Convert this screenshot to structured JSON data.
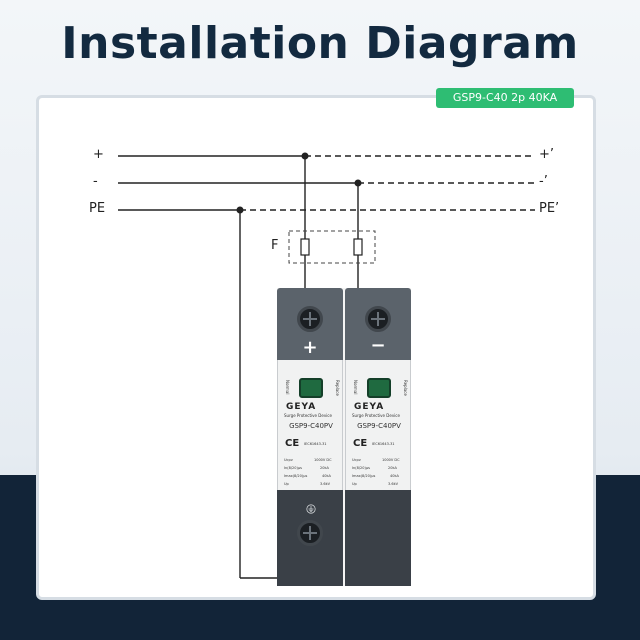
{
  "title": "Installation Diagram",
  "badge": "GSP9-C40 2p 40KA",
  "lines": {
    "plus_in": "+",
    "minus_in": "-",
    "pe_in": "PE",
    "plus_out": "+’",
    "minus_out": "-’",
    "pe_out": "PE’",
    "fuse": "F"
  },
  "device": {
    "left_module": {
      "polarity": "+",
      "side_label_left": "Normal",
      "side_label_right": "Replace",
      "brand": "GEYA",
      "subtitle": "Surge Protective Device",
      "model": "GSP9-C40PV",
      "standard": "IEC61643-31",
      "specs": [
        "Ucpv",
        "1000V DC",
        "In(8/20)μs",
        "20kA",
        "Imax(8/20)μs",
        "40kA",
        "Up",
        "3.6kV"
      ]
    },
    "right_module": {
      "polarity": "−",
      "side_label_left": "Normal",
      "side_label_right": "Replace",
      "brand": "GEYA",
      "subtitle": "Surge Protective Device",
      "model": "GSP9-C40PV",
      "standard": "IEC61643-31",
      "specs": [
        "Ucpv",
        "1000V DC",
        "In(8/20)μs",
        "20kA",
        "Imax(8/20)μs",
        "40kA",
        "Up",
        "3.6kV"
      ]
    },
    "ground_symbol": "earth-terminal"
  },
  "colors": {
    "title": "#132a40",
    "badge_bg": "#2ebd73",
    "band": "#122438",
    "module_top": "#5b636b",
    "module_bottom": "#3a4047",
    "indicator": "#1f6a40"
  }
}
